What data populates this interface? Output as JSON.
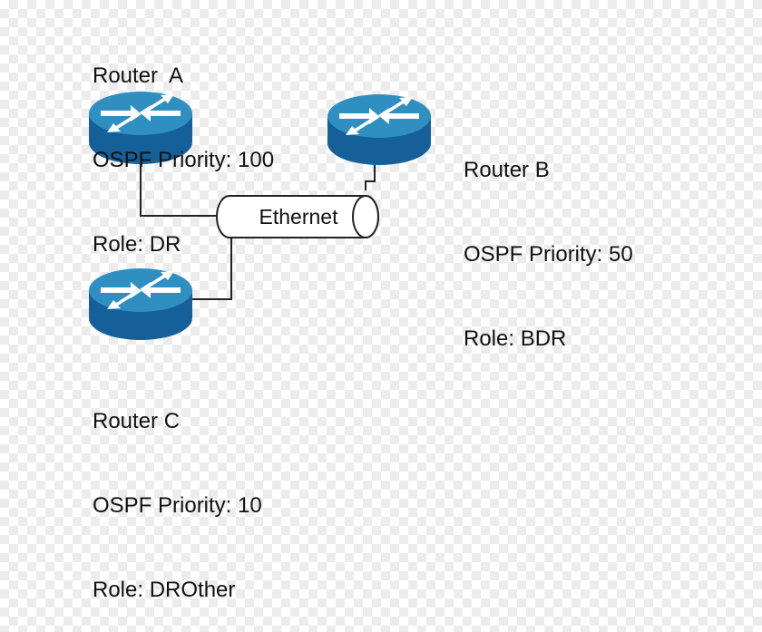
{
  "routers": [
    {
      "name": "Router  A",
      "priority": "OSPF Priority: 100",
      "role": "Role: DR",
      "icon": "router-icon"
    },
    {
      "name": "Router B",
      "priority": "OSPF Priority: 50",
      "role": "Role: BDR",
      "icon": "router-icon"
    },
    {
      "name": "Router C",
      "priority": "OSPF Priority: 10",
      "role": "Role: DROther",
      "icon": "router-icon"
    }
  ],
  "network": {
    "label": "Ethernet",
    "icon": "ethernet-segment-icon"
  },
  "colors": {
    "router_top": "#2f8fc0",
    "router_side": "#16609a",
    "router_arrows": "#ffffff",
    "lines": "#222222"
  }
}
